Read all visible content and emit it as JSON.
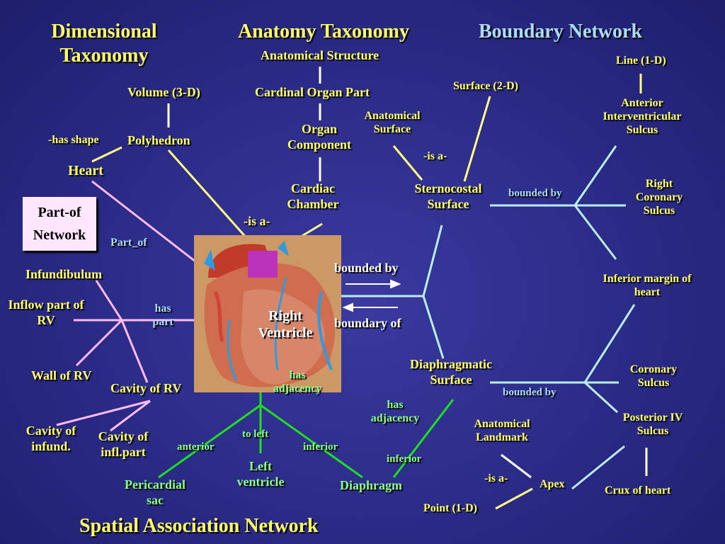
{
  "titles": {
    "dimensional": "Dimensional Taxonomy",
    "anatomy": "Anatomy Taxonomy",
    "boundary": "Boundary Network",
    "spatial": "Spatial Association Network",
    "partof_box": "Part-of Network"
  },
  "anatomy": {
    "anatomical_structure": "Anatomical Structure",
    "cardinal_organ_part": "Cardinal Organ Part",
    "organ_component": "Organ Component",
    "cardiac_chamber": "Cardiac Chamber",
    "is_a": "-is a-"
  },
  "dimensional": {
    "volume": "Volume (3-D)",
    "polyhedron": "Polyhedron",
    "has_shape": "-has shape",
    "heart": "Heart"
  },
  "surfaces": {
    "anatomical_surface": "Anatomical Surface",
    "surface_2d": "Surface (2-D)",
    "is_a": "-is a-",
    "sternocostal": "Sternocostal Surface",
    "diaphragmatic": "Diaphragmatic Surface"
  },
  "boundary": {
    "line_1d": "Line (1-D)",
    "anterior_iv_sulcus": "Anterior Interventricular Sulcus",
    "right_coronary_sulcus": "Right Coronary Sulcus",
    "inferior_margin": "Inferior margin of heart",
    "bounded_by_1": "bounded by",
    "bounded_by_2": "bounded by",
    "coronary_sulcus": "Coronary Sulcus",
    "posterior_iv_sulcus": "Posterior IV Sulcus",
    "crux": "Crux of heart"
  },
  "center": {
    "right_ventricle": "Right Ventricle",
    "bounded_by": "bounded by",
    "boundary_of": "boundary of"
  },
  "partof": {
    "part_of": "Part_of",
    "infundibulum": "Infundibulum",
    "inflow_part": "Inflow part of RV",
    "has_part": "has part",
    "wall": "Wall of RV",
    "cavity": "Cavity of RV",
    "cavity_infund": "Cavity of infund.",
    "cavity_infl": "Cavity of infl.part"
  },
  "spatial": {
    "has_adjacency_1": "has adjacency",
    "has_adjacency_2": "has adjacency",
    "to_left": "to left",
    "anterior": "anterior",
    "inferior_1": "inferior",
    "inferior_2": "inferior",
    "pericardial_sac": "Pericardial sac",
    "left_ventricle": "Left ventricle",
    "diaphragm": "Diaphragm"
  },
  "landmark": {
    "anatomical_landmark": "Anatomical Landmark",
    "is_a": "-is a-",
    "apex": "Apex",
    "point_1d": "Point (1-D)"
  },
  "colors": {
    "background": "#2a2a86",
    "title_yellow": "#ffff66",
    "box_fill": "#ffe8ff",
    "heart_bg": "#cc9966",
    "line_white": "#ffffff",
    "line_yellow": "#ffff88",
    "line_cyan": "#bbeeff",
    "line_pink": "#ffbbff",
    "line_green": "#22dd22"
  }
}
